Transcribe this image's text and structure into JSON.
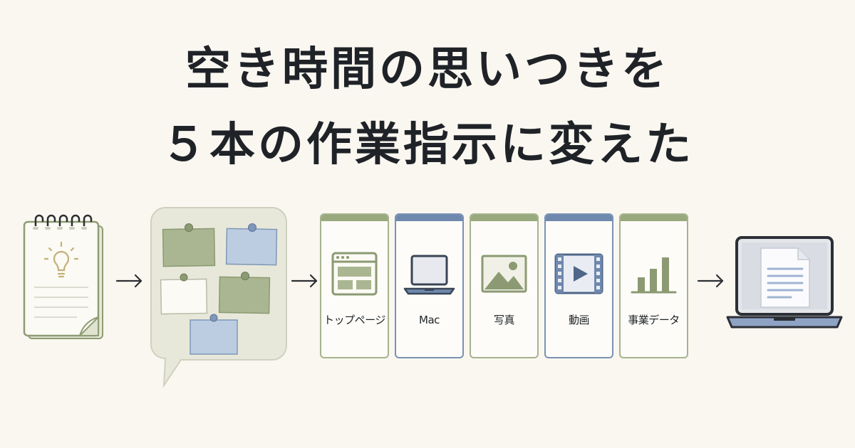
{
  "title": {
    "line1": "空き時間の思いつきを",
    "line2": "５本の作業指示に変えた"
  },
  "colors": {
    "background": "#faf7f0",
    "green": "#98a97d",
    "blue": "#6f88ae",
    "text": "#1f2328"
  },
  "flow": {
    "source": "notepad-idea-icon",
    "board": "sticky-note-board-icon",
    "result": "laptop-document-icon"
  },
  "tasks": [
    {
      "label": "トップページ",
      "icon": "webpage-icon",
      "accent": "green"
    },
    {
      "label": "Mac",
      "icon": "laptop-icon",
      "accent": "blue"
    },
    {
      "label": "写真",
      "icon": "photo-icon",
      "accent": "green"
    },
    {
      "label": "動画",
      "icon": "video-icon",
      "accent": "blue"
    },
    {
      "label": "事業データ",
      "icon": "bar-chart-icon",
      "accent": "green"
    }
  ]
}
